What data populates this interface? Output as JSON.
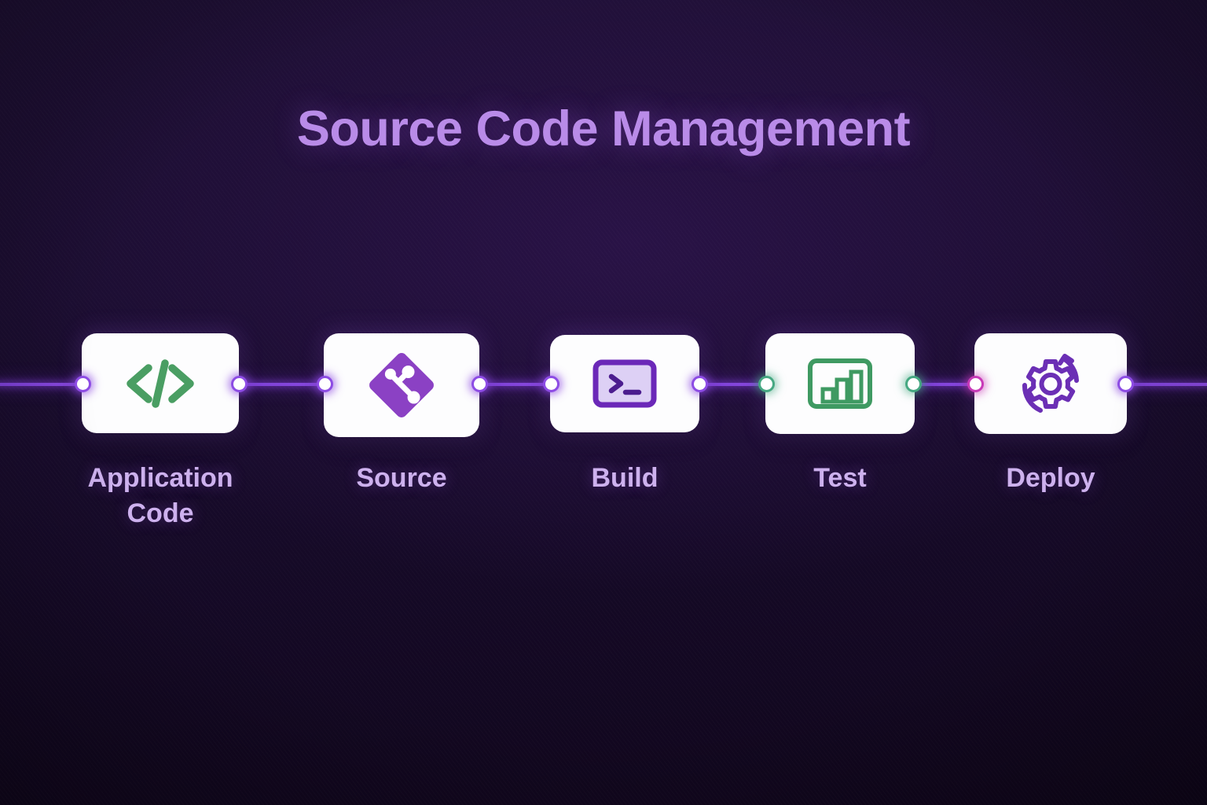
{
  "diagram": {
    "title": "Source Code Management",
    "title_color": "#b98be8",
    "background_color": "#1b0d30",
    "wire_color": "#8a4ae0"
  },
  "nodes": [
    {
      "id": "application-code",
      "label_line1": "Application",
      "label_line2": "Code",
      "icon": "code-brackets-icon",
      "icon_color": "#4a9e63",
      "port_left_color": "#8d4ce4",
      "port_right_color": "#8d4ce4"
    },
    {
      "id": "source",
      "label_line1": "Source",
      "label_line2": "",
      "icon": "git-logo-icon",
      "icon_color": "#8b41c4",
      "port_left_color": "#8d4ce4",
      "port_right_color": "#8d4ce4"
    },
    {
      "id": "build",
      "label_line1": "Build",
      "label_line2": "",
      "icon": "terminal-console-icon",
      "icon_color": "#6b28b8",
      "icon_text": ">_",
      "port_left_color": "#8d4ce4",
      "port_right_color": "#8d4ce4"
    },
    {
      "id": "test",
      "label_line1": "Test",
      "label_line2": "",
      "icon": "bar-chart-icon",
      "icon_color": "#3f9a62",
      "port_left_color": "#46a882",
      "port_right_color": "#46a882"
    },
    {
      "id": "deploy",
      "label_line1": "Deploy",
      "label_line2": "",
      "icon": "gear-refresh-icon",
      "icon_color": "#6b2fb5",
      "port_left_color": "#c83ab8",
      "port_right_color": "#8d4ce4"
    }
  ]
}
